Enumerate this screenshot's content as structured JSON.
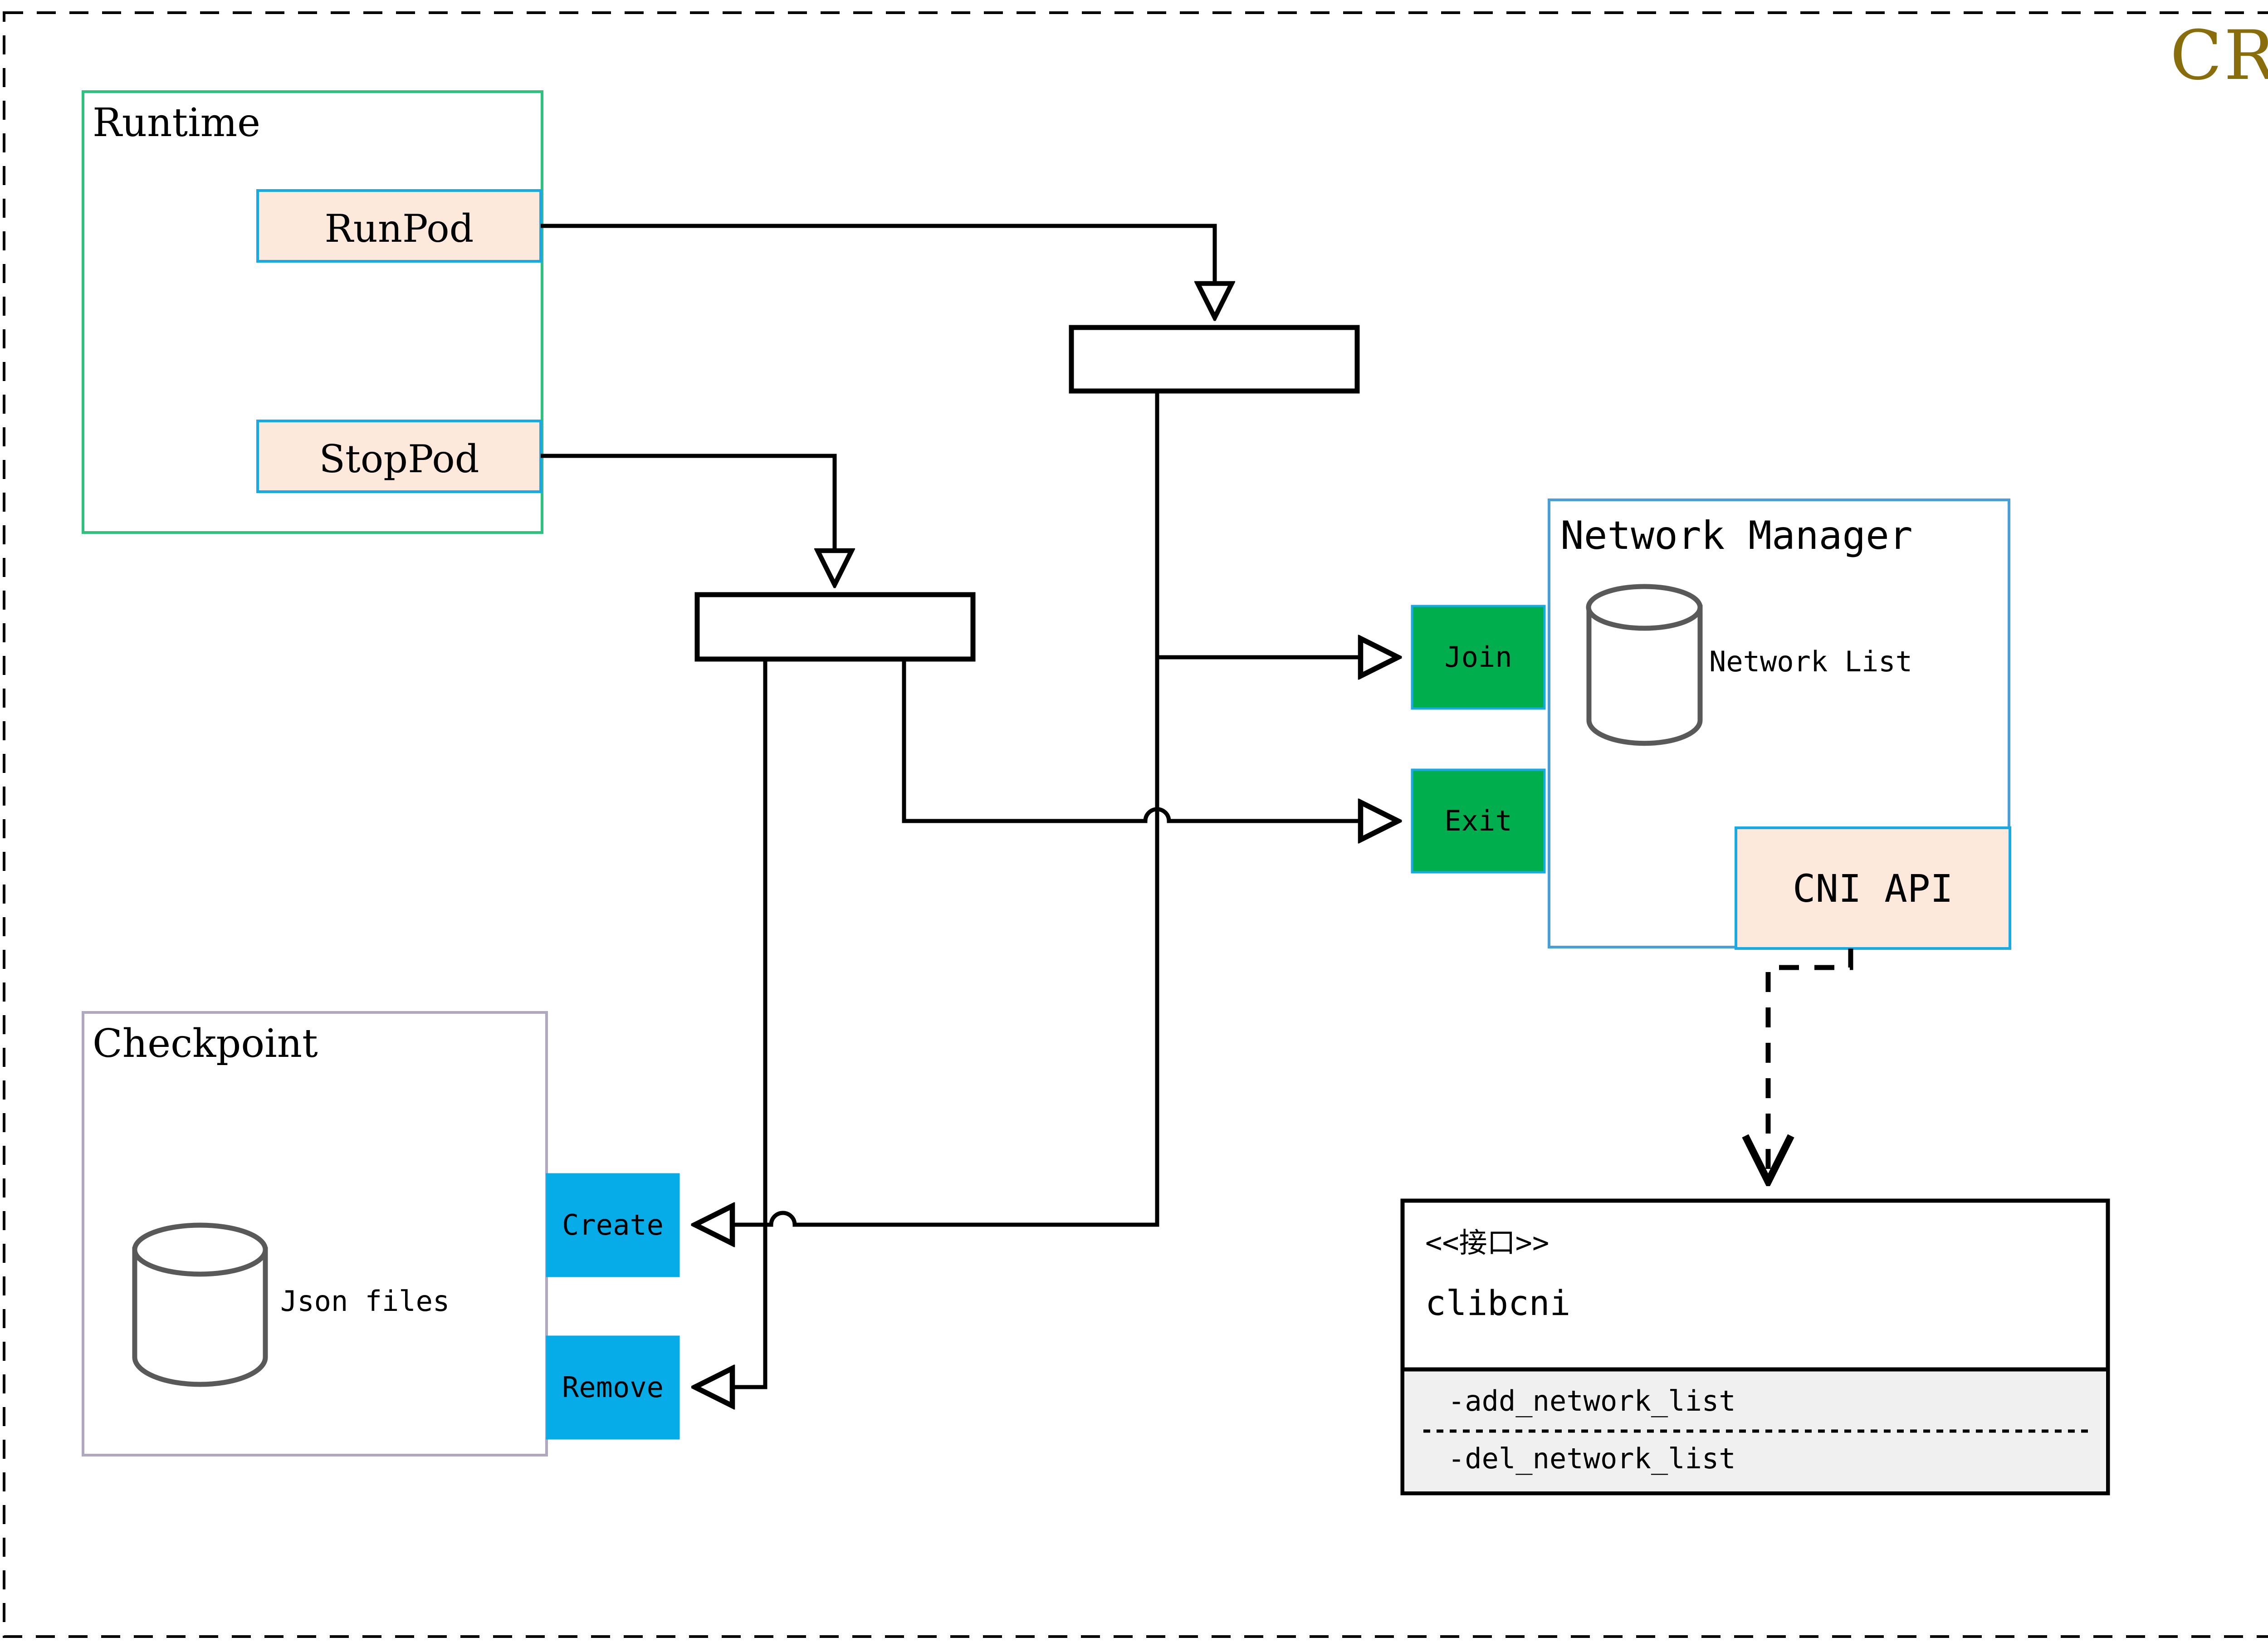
{
  "diagram": {
    "title": "CRI",
    "title_color": "#8a6d0b",
    "outer_border": "dashed",
    "packages": [
      {
        "id": "runtime",
        "title": "Runtime",
        "border_color": "#2ec27e",
        "operations": [
          {
            "id": "runpod",
            "label": "RunPod",
            "fill": "#fde9dc",
            "border": "#19aae3"
          },
          {
            "id": "stoppod",
            "label": "StopPod",
            "fill": "#fde9dc",
            "border": "#19aae3"
          }
        ]
      },
      {
        "id": "checkpoint",
        "title": "Checkpoint",
        "border_color": "#b0a8c0",
        "store": {
          "id": "json-files",
          "label": "Json files",
          "shape": "cylinder"
        },
        "operations": [
          {
            "id": "create",
            "label": "Create",
            "fill": "#05ace8",
            "border": "#05ace8"
          },
          {
            "id": "remove",
            "label": "Remove",
            "fill": "#05ace8",
            "border": "#05ace8"
          }
        ]
      },
      {
        "id": "network-manager",
        "title": "Network Manager",
        "border_color": "#4a9fd8",
        "store": {
          "id": "network-list",
          "label": "Network List",
          "shape": "cylinder"
        },
        "operations": [
          {
            "id": "join",
            "label": "Join",
            "fill": "#00ae4d",
            "border": "#19aae3"
          },
          {
            "id": "exit",
            "label": "Exit",
            "fill": "#00ae4d",
            "border": "#19aae3"
          }
        ],
        "sub_components": [
          {
            "id": "cni-api",
            "label": "CNI API",
            "fill": "#fde9dc",
            "border": "#19aae3"
          }
        ]
      }
    ],
    "interface": {
      "id": "clibcni",
      "stereotype": "<<接口>>",
      "name": "clibcni",
      "operations": [
        "-add_network_list",
        "-del_network_list"
      ],
      "compartment_fill": "#f0f0f0",
      "border": "#000000"
    },
    "fork_bars": [
      {
        "id": "fork-runpod",
        "label": ""
      },
      {
        "id": "fork-stoppod",
        "label": ""
      }
    ],
    "connectors": [
      {
        "id": "runpod-to-fork",
        "from": "runpod",
        "to": "fork-runpod",
        "style": "solid",
        "arrow": "open-triangle"
      },
      {
        "id": "stoppod-to-fork",
        "from": "stoppod",
        "to": "fork-stoppod",
        "style": "solid",
        "arrow": "open-triangle"
      },
      {
        "id": "fork-runpod-to-join",
        "from": "fork-runpod",
        "to": "join",
        "style": "solid",
        "arrow": "open-triangle"
      },
      {
        "id": "fork-runpod-to-create",
        "from": "fork-runpod",
        "to": "create",
        "style": "solid",
        "arrow": "open-triangle"
      },
      {
        "id": "fork-stoppod-to-exit",
        "from": "fork-stoppod",
        "to": "exit",
        "style": "solid",
        "arrow": "open-triangle"
      },
      {
        "id": "fork-stoppod-to-remove",
        "from": "fork-stoppod",
        "to": "remove",
        "style": "solid",
        "arrow": "open-triangle"
      },
      {
        "id": "cni-api-to-clibcni",
        "from": "cni-api",
        "to": "clibcni",
        "style": "dashed",
        "arrow": "open-v"
      }
    ]
  }
}
